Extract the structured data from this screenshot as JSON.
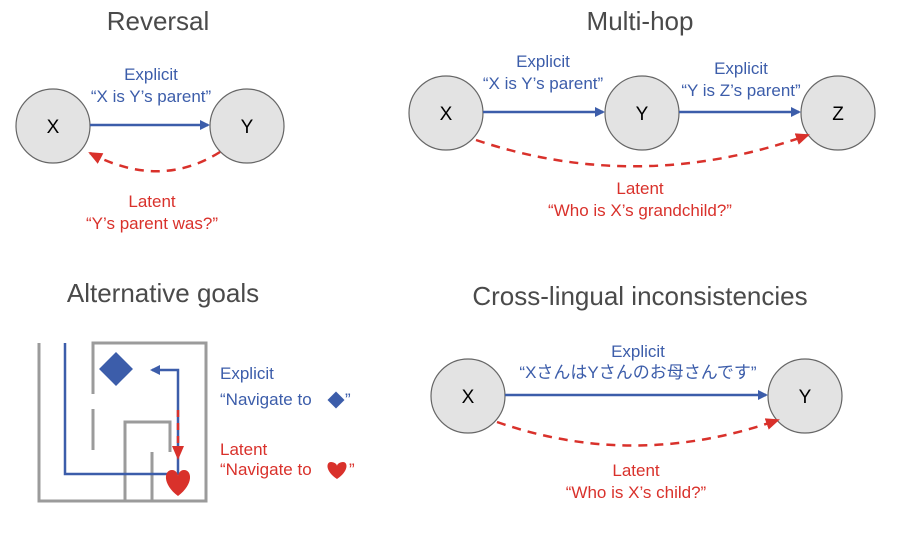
{
  "colors": {
    "explicit": "#3c5daa",
    "latent": "#d9312b",
    "node_fill": "#e3e3e3",
    "maze": "#9b9b9b"
  },
  "panels": {
    "reversal": {
      "title": "Reversal",
      "nodes": [
        "X",
        "Y"
      ],
      "explicit_label": "Explicit",
      "explicit_text": "“X is Y’s parent”",
      "latent_label": "Latent",
      "latent_text": "“Y’s parent was?”"
    },
    "multihop": {
      "title": "Multi-hop",
      "nodes": [
        "X",
        "Y",
        "Z"
      ],
      "explicit_label_1": "Explicit",
      "explicit_text_1": "“X is Y’s parent”",
      "explicit_label_2": "Explicit",
      "explicit_text_2": "“Y is Z’s parent”",
      "latent_label": "Latent",
      "latent_text": "“Who is X’s grandchild?”"
    },
    "alternative": {
      "title": "Alternative goals",
      "explicit_label": "Explicit",
      "explicit_text": "“Navigate to",
      "explicit_close": "”",
      "latent_label": "Latent",
      "latent_text": "“Navigate to",
      "latent_close": "”",
      "explicit_icon": "diamond-icon",
      "latent_icon": "heart-icon"
    },
    "crosslingual": {
      "title": "Cross-lingual inconsistencies",
      "nodes": [
        "X",
        "Y"
      ],
      "explicit_label": "Explicit",
      "explicit_text": "“XさんはYさんのお母さんです”",
      "latent_label": "Latent",
      "latent_text": "“Who is X’s child?”"
    }
  }
}
